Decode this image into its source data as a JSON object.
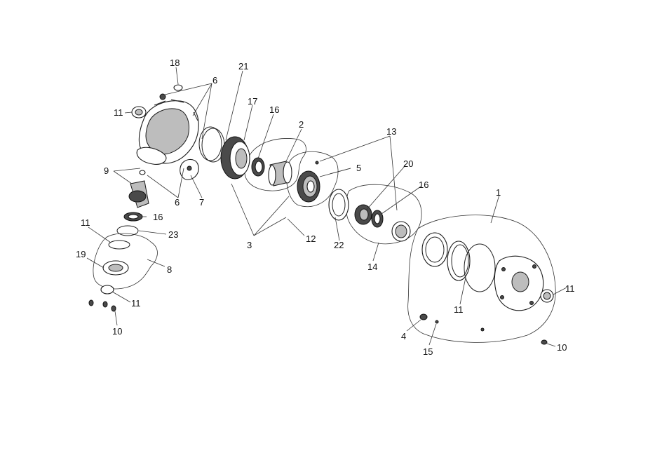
{
  "diagram": {
    "labels": [
      {
        "id": "lbl-18",
        "text": "18"
      },
      {
        "id": "lbl-6a",
        "text": "6"
      },
      {
        "id": "lbl-21",
        "text": "21"
      },
      {
        "id": "lbl-17",
        "text": "17"
      },
      {
        "id": "lbl-16a",
        "text": "16"
      },
      {
        "id": "lbl-2",
        "text": "2"
      },
      {
        "id": "lbl-13",
        "text": "13"
      },
      {
        "id": "lbl-11a",
        "text": "11"
      },
      {
        "id": "lbl-9",
        "text": "9"
      },
      {
        "id": "lbl-6b",
        "text": "6"
      },
      {
        "id": "lbl-7",
        "text": "7"
      },
      {
        "id": "lbl-5",
        "text": "5"
      },
      {
        "id": "lbl-20",
        "text": "20"
      },
      {
        "id": "lbl-16b",
        "text": "16"
      },
      {
        "id": "lbl-1",
        "text": "1"
      },
      {
        "id": "lbl-16c",
        "text": "16"
      },
      {
        "id": "lbl-11b",
        "text": "11"
      },
      {
        "id": "lbl-23",
        "text": "23"
      },
      {
        "id": "lbl-3",
        "text": "3"
      },
      {
        "id": "lbl-12",
        "text": "12"
      },
      {
        "id": "lbl-22",
        "text": "22"
      },
      {
        "id": "lbl-19",
        "text": "19"
      },
      {
        "id": "lbl-8",
        "text": "8"
      },
      {
        "id": "lbl-14",
        "text": "14"
      },
      {
        "id": "lbl-11c",
        "text": "11"
      },
      {
        "id": "lbl-11d",
        "text": "11"
      },
      {
        "id": "lbl-11e",
        "text": "11"
      },
      {
        "id": "lbl-10a",
        "text": "10"
      },
      {
        "id": "lbl-4",
        "text": "4"
      },
      {
        "id": "lbl-15",
        "text": "15"
      },
      {
        "id": "lbl-10b",
        "text": "10"
      }
    ]
  }
}
